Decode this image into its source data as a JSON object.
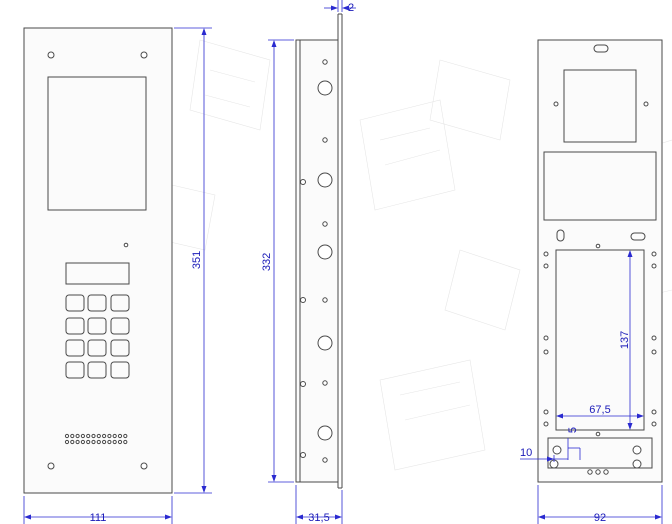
{
  "dimensions": {
    "front_width": "111",
    "front_height": "351",
    "side_height": "332",
    "side_depth": "31,5",
    "side_lip": "2",
    "back_width": "92",
    "back_cutout_height": "137",
    "back_cutout_width": "67,5",
    "back_hole_offset_5": "5",
    "back_hole_offset_10": "10"
  },
  "colors": {
    "outline": "#4a4a4a",
    "dimension": "#2a2ad0",
    "background": "#ffffff"
  }
}
